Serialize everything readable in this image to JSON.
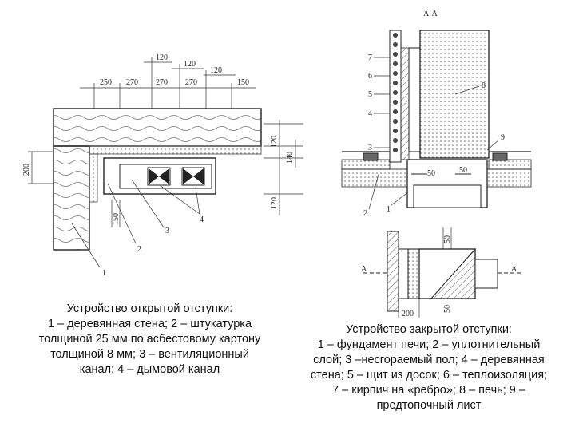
{
  "left_drawing": {
    "dims_top": [
      "250",
      "270",
      "270",
      "270",
      "150"
    ],
    "dims_offsets": [
      "120",
      "120",
      "120"
    ],
    "dims_right": [
      "120",
      "140",
      "120"
    ],
    "dim_left": "200",
    "dim_bottom": "150",
    "callouts": [
      "1",
      "2",
      "3",
      "4"
    ]
  },
  "right_drawing": {
    "section_label": "А-А",
    "callouts_left": [
      "7",
      "6",
      "5",
      "4",
      "3",
      "2",
      "1"
    ],
    "callouts_right": [
      "8",
      "9"
    ],
    "dims": [
      "50",
      "50"
    ],
    "plan_dims": [
      "50",
      "50",
      "200"
    ],
    "plan_labels": [
      "А",
      "А"
    ]
  },
  "captions": {
    "left": [
      "Устройство открытой отступки:",
      "1 – деревянная стена; 2 – штукатурка",
      "толщиной 25 мм по асбестовому картону",
      "толщиной 8 мм; 3 – вентиляционный",
      "канал; 4 – дымовой канал"
    ],
    "right": [
      "Устройство закрытой отступки:",
      "1 – фундамент печи; 2 – уплотнительный",
      "слой; 3 –несгораемый пол; 4 – деревянная",
      "стена; 5 – щит из досок; 6 – теплоизоляция;",
      "7 – кирпич на «ребро»; 8 – печь; 9 –",
      "предтопочный лист"
    ]
  }
}
